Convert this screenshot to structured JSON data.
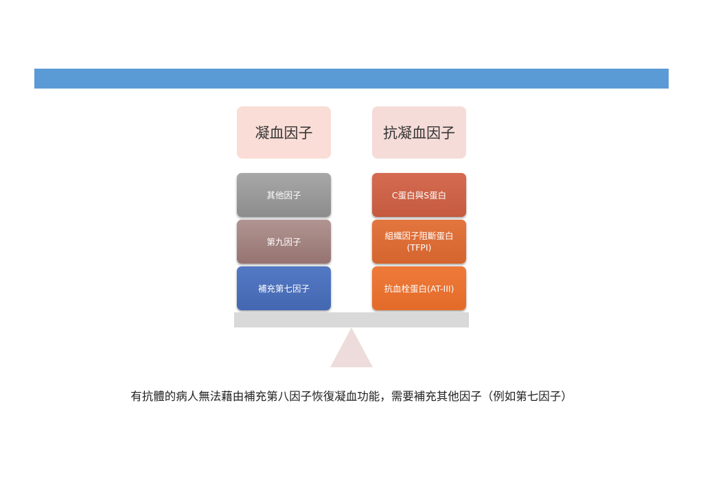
{
  "headers": {
    "left": "凝血因子",
    "right": "抗凝血因子"
  },
  "left_blocks": [
    {
      "label": "其他因子",
      "color": "#9a9a9a"
    },
    {
      "label": "第九因子",
      "color": "#a3817e"
    },
    {
      "label": "補充第七因子",
      "color": "#4a6fbb"
    }
  ],
  "right_blocks": [
    {
      "label": "C蛋白與S蛋白",
      "color": "#cc6248"
    },
    {
      "label": "組織因子阻斷蛋白\n(TFPI)",
      "color": "#dd6d36"
    },
    {
      "label": "抗血栓蛋白(AT-III)",
      "color": "#e97331"
    }
  ],
  "caption": "有抗體的病人無法藉由補充第八因子恢復凝血功能，需要補充其他因子（例如第七因子）",
  "colors": {
    "top_bar": "#5b9bd5",
    "header_bg": "#f9ddd6",
    "beam": "#d9d9d9",
    "fulcrum": "#eedcdc"
  }
}
